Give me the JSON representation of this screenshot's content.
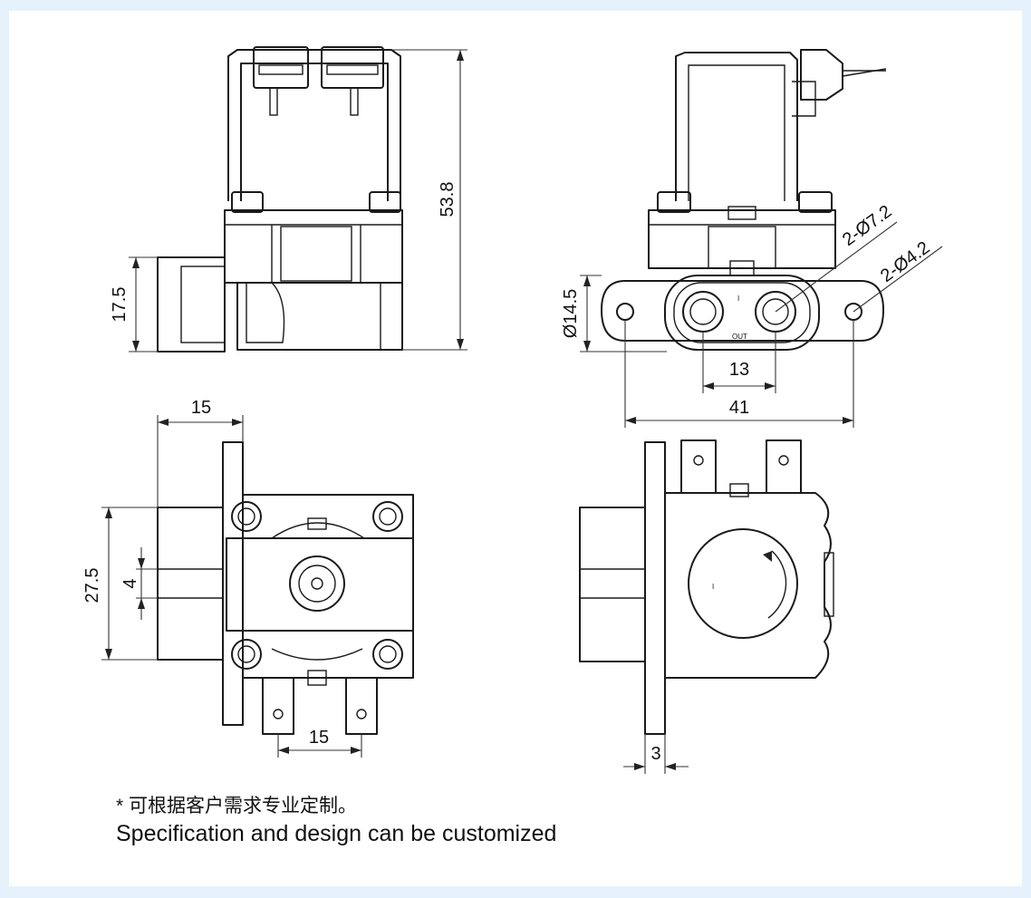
{
  "dimensions": {
    "side_height": "53.8",
    "side_inlet_height": "17.5",
    "port_diameter": "2-Ø7.2",
    "hole_diameter": "2-Ø4.2",
    "flange_height": "Ø14.5",
    "port_spacing": "13",
    "hole_spacing": "41",
    "bottom_depth": "15",
    "bottom_height": "27.5",
    "bottom_inlet": "4",
    "terminal_spacing": "15",
    "flange_thickness": "3"
  },
  "markings": {
    "label_in": "I",
    "label_out": "OUT",
    "coil_mark": "I"
  },
  "notes": {
    "chinese": "* 可根据客户需求专业定制。",
    "english": "Specification and design can be customized"
  },
  "colors": {
    "page_background": "#e6f2fb",
    "sheet": "#ffffff",
    "line": "#1a1a1a"
  }
}
